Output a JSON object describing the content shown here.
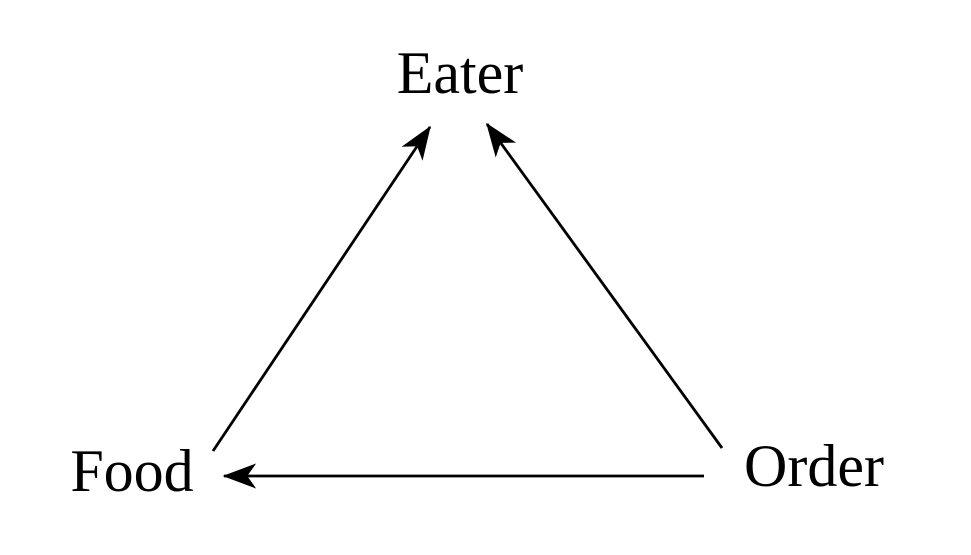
{
  "diagram": {
    "background_color": "#ffffff",
    "line_color": "#000000",
    "text_color": "#000000",
    "nodes": {
      "eater": {
        "label": "Eater"
      },
      "food": {
        "label": "Food"
      },
      "order": {
        "label": "Order"
      }
    },
    "edges": [
      {
        "from": "Food",
        "to": "Eater",
        "direction": "arrow points at Eater"
      },
      {
        "from": "Order",
        "to": "Eater",
        "direction": "arrow points at Eater"
      },
      {
        "from": "Order",
        "to": "Food",
        "direction": "arrow points at Food"
      }
    ]
  }
}
